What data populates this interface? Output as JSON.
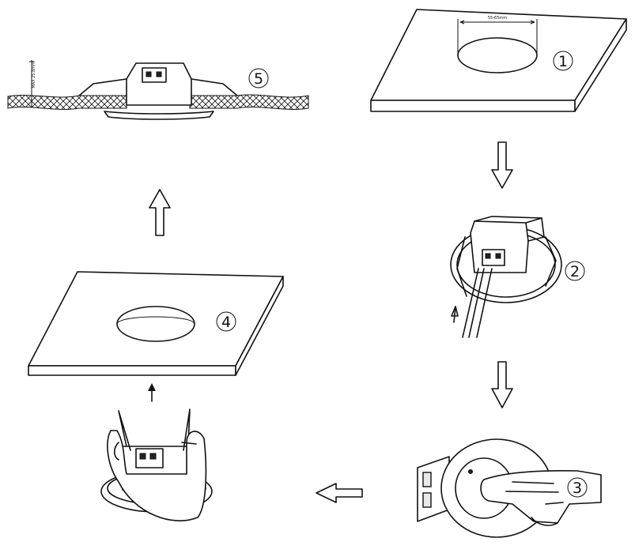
{
  "steps": [
    {
      "number": "1"
    },
    {
      "number": "2"
    },
    {
      "number": "3"
    },
    {
      "number": "4"
    },
    {
      "number": "5"
    }
  ],
  "labels": {
    "cutout_dimension": "55-65mm",
    "max_thickness": "MAX 25.8mm"
  }
}
